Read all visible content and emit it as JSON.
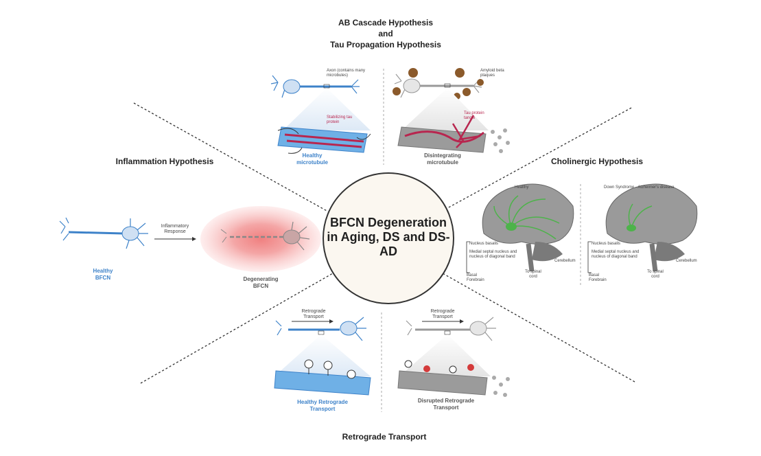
{
  "center": {
    "title": "BFCN Degeneration in Aging, DS and DS-AD"
  },
  "sections": {
    "top": {
      "title_line1": "AB Cascade Hypothesis",
      "title_line2": "and",
      "title_line3": "Tau Propagation Hypothesis"
    },
    "left": {
      "title": "Inflammation Hypothesis"
    },
    "right": {
      "title": "Cholinergic Hypothesis"
    },
    "bottom": {
      "title": "Retrograde Transport"
    }
  },
  "tau_panel": {
    "axon_label": "Axon (contains many microbules)",
    "stabilizing_label": "Stabilizing tau protein",
    "healthy_caption": "Healthy microtubule",
    "amyloid_label": "Amyloid beta plaques",
    "tangle_label": "Tau protein tangle",
    "disintegrating_caption": "Disintegrating microtubule"
  },
  "inflammation_panel": {
    "arrow_label": "Inflammatory Response",
    "healthy_caption": "Healthy BFCN",
    "degenerating_caption": "Degenerating BFCN"
  },
  "cholinergic_panel": {
    "healthy_label": "Healthy",
    "ds_label": "Down Syndrome - Alzheimer's disease",
    "nucleus_basalis": "Nucleus basalis",
    "medial_septal": "Medial septal nucleus and nucleus of diagonal band",
    "basal_forebrain": "Basal Forebrain",
    "cerebellum": "Cerebellum",
    "spinal_cord": "To spinal cord"
  },
  "transport_panel": {
    "arrow_label_left": "Retrograde Transport",
    "arrow_label_right": "Retrograde Transport",
    "healthy_caption": "Healthy Retrograde Transport",
    "disrupted_caption": "Disrupted Retrograde Transport"
  },
  "colors": {
    "neuron_blue": "#3d82c9",
    "tau_red": "#b8264f",
    "inflammation_pink": "#f4b3b3",
    "brain_green": "#4db34a",
    "brain_grey": "#8a8a8a"
  }
}
